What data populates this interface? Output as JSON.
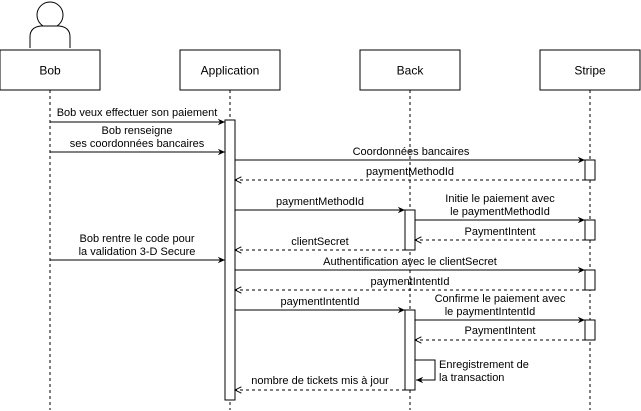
{
  "participants": [
    {
      "id": "bob",
      "label": "Bob",
      "actor": true
    },
    {
      "id": "app",
      "label": "Application"
    },
    {
      "id": "back",
      "label": "Back"
    },
    {
      "id": "stripe",
      "label": "Stripe"
    }
  ],
  "messages": [
    {
      "from": "bob",
      "to": "app",
      "type": "sync",
      "lines": [
        "Bob veux effectuer son paiement"
      ]
    },
    {
      "from": "bob",
      "to": "app",
      "type": "sync",
      "lines": [
        "Bob renseigne",
        "ses coordonnées bancaires"
      ]
    },
    {
      "from": "app",
      "to": "stripe",
      "type": "sync",
      "lines": [
        "Coordonnées bancaires"
      ]
    },
    {
      "from": "stripe",
      "to": "app",
      "type": "return",
      "lines": [
        "paymentMethodId"
      ]
    },
    {
      "from": "app",
      "to": "back",
      "type": "sync",
      "lines": [
        "paymentMethodId"
      ]
    },
    {
      "from": "back",
      "to": "stripe",
      "type": "sync",
      "lines": [
        "Initie le paiement avec",
        "le paymentMethodId"
      ]
    },
    {
      "from": "stripe",
      "to": "back",
      "type": "return",
      "lines": [
        "PaymentIntent"
      ]
    },
    {
      "from": "back",
      "to": "app",
      "type": "return",
      "lines": [
        "clientSecret"
      ]
    },
    {
      "from": "bob",
      "to": "app",
      "type": "sync",
      "lines": [
        "Bob rentre le code pour",
        "la validation 3-D Secure"
      ]
    },
    {
      "from": "app",
      "to": "stripe",
      "type": "sync",
      "lines": [
        "Authentification avec le clientSecret"
      ]
    },
    {
      "from": "stripe",
      "to": "app",
      "type": "return",
      "lines": [
        "paymentIntentId"
      ]
    },
    {
      "from": "app",
      "to": "back",
      "type": "sync",
      "lines": [
        "paymentIntentId"
      ]
    },
    {
      "from": "back",
      "to": "stripe",
      "type": "sync",
      "lines": [
        "Confirme le paiement avec",
        "le paymentIntentId"
      ]
    },
    {
      "from": "stripe",
      "to": "back",
      "type": "return",
      "lines": [
        "PaymentIntent"
      ]
    },
    {
      "from": "back",
      "to": "back",
      "type": "self",
      "lines": [
        "Enregistrement de",
        "la transaction"
      ]
    },
    {
      "from": "back",
      "to": "app",
      "type": "return",
      "lines": [
        "nombre de tickets mis à jour"
      ]
    }
  ]
}
